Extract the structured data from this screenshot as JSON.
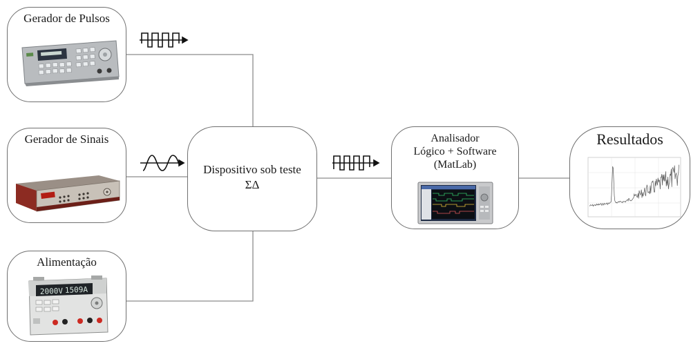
{
  "diagram": {
    "blocks": {
      "pulse_generator": {
        "label": "Gerador de Pulsos"
      },
      "signal_generator": {
        "label": "Gerador de Sinais"
      },
      "power_supply": {
        "label": "Alimentação"
      },
      "dut": {
        "label_line1": "Dispositivo sob teste",
        "label_line2": "ΣΔ"
      },
      "analyzer": {
        "label_line1": "Analisador",
        "label_line2": "Lógico + Software",
        "label_line3": "(MatLab)"
      },
      "results": {
        "label": "Resultados"
      }
    },
    "power_display": {
      "left": "2000V",
      "right": "1509A"
    }
  }
}
